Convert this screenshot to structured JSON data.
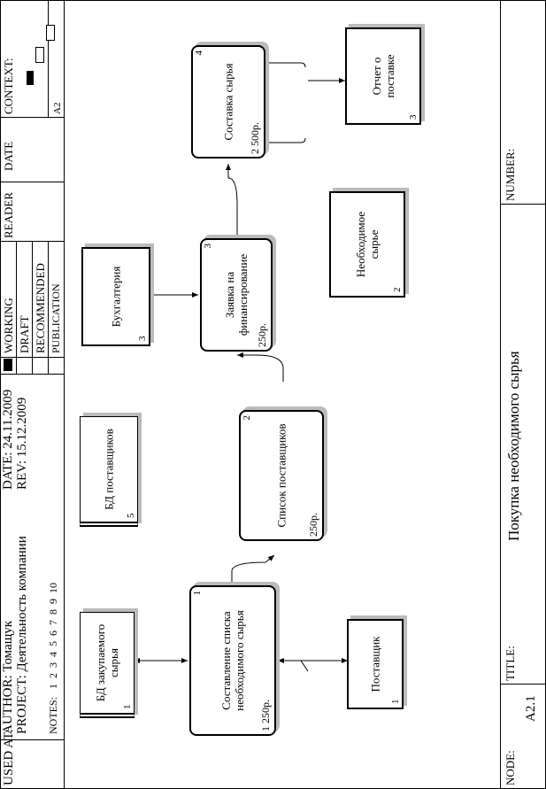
{
  "header": {
    "used_at_label": "USED AT:",
    "author_line": "AUTHOR:  Томащук",
    "project_line": "PROJECT:  Деятельность компании",
    "date_line": "DATE: 24.11.2009",
    "rev_line": "REV:   15.12.2009",
    "notes_label": "NOTES:",
    "notes_numbers": [
      "1",
      "2",
      "3",
      "4",
      "5",
      "6",
      "7",
      "8",
      "9",
      "10"
    ],
    "status": {
      "working": "WORKING",
      "draft": "DRAFT",
      "recommended": "RECOMMENDED",
      "publication": "PUBLICATION"
    },
    "reader_label": "READER",
    "date_label": "DATE",
    "context_label": "CONTEXT:",
    "context_node": "A2"
  },
  "diagram": {
    "activities": [
      {
        "id": "a1",
        "label": "Составление списка необходимого сырья",
        "cost": "250р.",
        "left_num": "1",
        "num": "1"
      },
      {
        "id": "a2",
        "label": "Список поставщиков",
        "cost": "250р.",
        "num": "2"
      },
      {
        "id": "a3",
        "label": "Заявка на финансирование",
        "cost": "250р.",
        "num": "3"
      },
      {
        "id": "a4",
        "label": "Составка сырья",
        "cost": "500р.",
        "left_num": "2",
        "num": "4"
      }
    ],
    "externals": [
      {
        "id": "e_db_purchase",
        "label": "БД закупаемого сырья",
        "num": "1"
      },
      {
        "id": "e_db_suppliers",
        "label": "БД поставщиков",
        "num": "5"
      },
      {
        "id": "e_accounting",
        "label": "Бухгалтерия",
        "num": "3"
      },
      {
        "id": "e_supplier",
        "label": "Поставщик",
        "num": "1"
      },
      {
        "id": "e_needed",
        "label": "Необходимое сырье",
        "num": "2"
      },
      {
        "id": "e_report",
        "label": "Отчет о поставке",
        "num": "3"
      }
    ]
  },
  "footer": {
    "node_label": "NODE:",
    "node_value": "A2.1",
    "title_label": "TITLE:",
    "title_value": "Покупка необходимого  сырья",
    "number_label": "NUMBER:"
  }
}
